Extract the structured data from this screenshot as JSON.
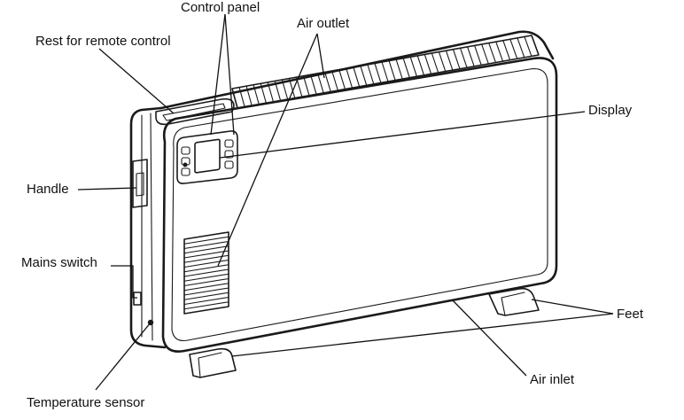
{
  "labels": {
    "control_panel": "Control panel",
    "air_outlet": "Air outlet",
    "rest_remote": "Rest for remote control",
    "display": "Display",
    "handle": "Handle",
    "mains_switch": "Mains switch",
    "feet": "Feet",
    "air_inlet": "Air inlet",
    "temperature_sensor": "Temperature sensor"
  }
}
